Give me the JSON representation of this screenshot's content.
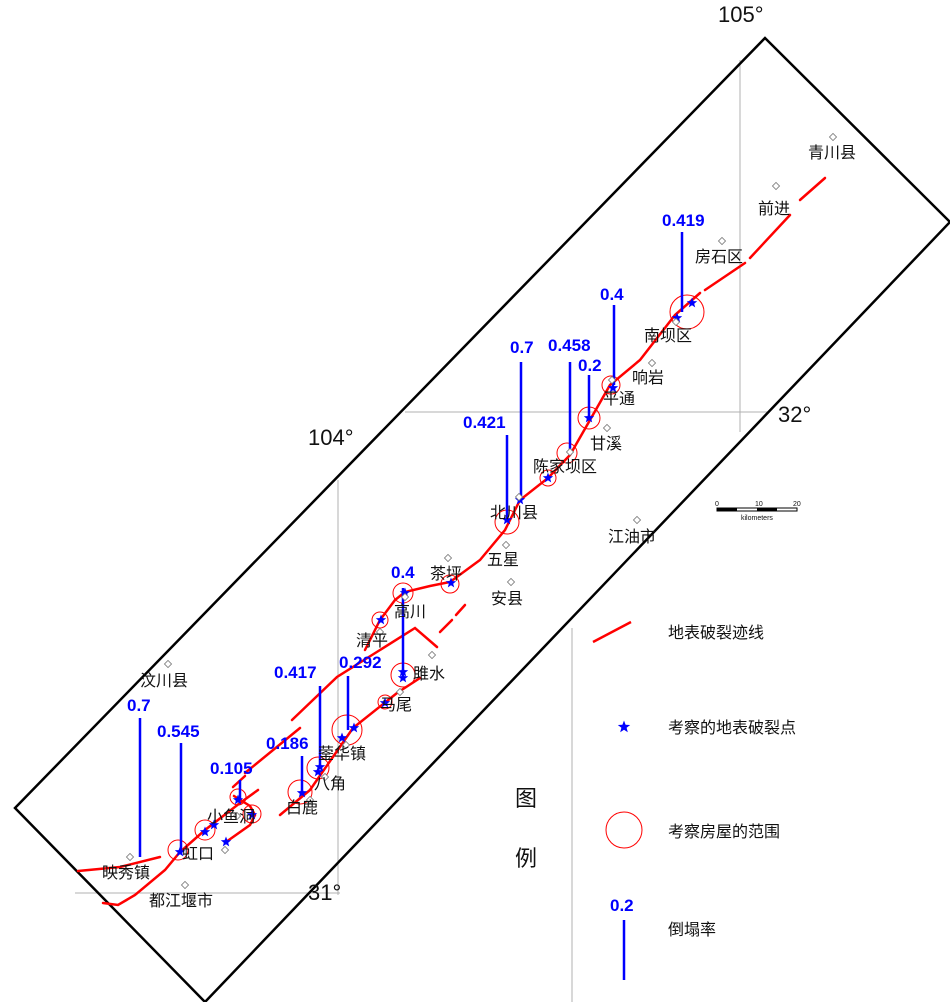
{
  "colors": {
    "fault": "#ff0000",
    "collapse": "#0000ff",
    "frame": "#000000",
    "grid": "#b0b0b0"
  },
  "degrees": {
    "lon105": "105°",
    "lon104": "104°",
    "lat32": "32°",
    "lat31": "31°"
  },
  "places": [
    "青川县",
    "前进",
    "房石区",
    "南坝区",
    "响岩",
    "平通",
    "甘溪",
    "陈家坝区",
    "北川县",
    "五星",
    "安县",
    "江油市",
    "茶坪",
    "高川",
    "清平",
    "雎水",
    "马尾",
    "蓥华镇",
    "八角",
    "白鹿",
    "小鱼洞",
    "虹口",
    "映秀镇",
    "都江堰市",
    "汶川县"
  ],
  "collapse_rates": [
    "0.419",
    "0.4",
    "0.458",
    "0.2",
    "0.7",
    "0.421",
    "0.4",
    "0.292",
    "0.417",
    "0.186",
    "0.105",
    "0.545",
    "0.7"
  ],
  "scale_bar": {
    "ticks": [
      "0",
      "10",
      "20"
    ],
    "unit": "kilometers"
  },
  "legend": {
    "title_1": "图",
    "title_2": "例",
    "fault_trace": "地表破裂迹线",
    "rupture_point": "考察的地表破裂点",
    "house_range": "考察房屋的范围",
    "sample_value": "0.2",
    "collapse_rate": "倒塌率"
  }
}
